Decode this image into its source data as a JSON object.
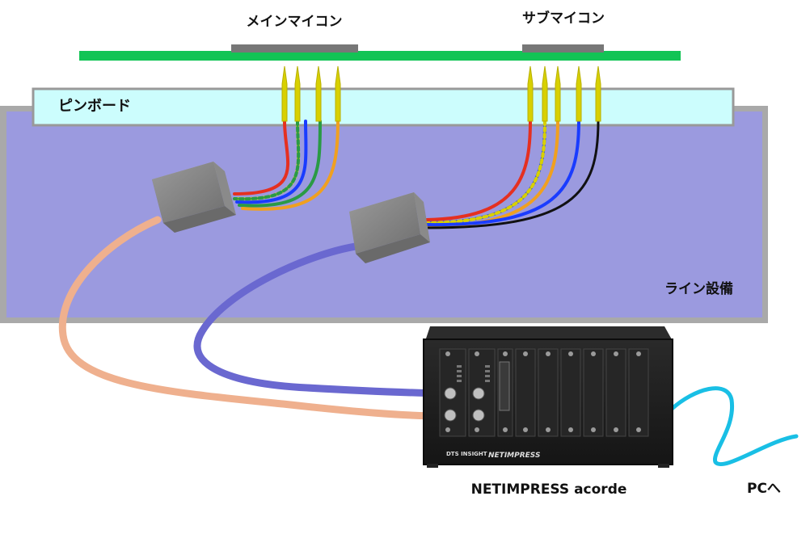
{
  "labels": {
    "main_mcu": "メインマイコン",
    "sub_mcu": "サブマイコン",
    "pin_board": "ピンボード",
    "line_equipment": "ライン設備",
    "device_name": "NETIMPRESS acorde",
    "to_pc": "PCへ",
    "device_brand": "DTS INSIGHT",
    "device_logo": "NETIMPRESS"
  },
  "colors": {
    "pcb": "#12c455",
    "chip": "#777777",
    "pin_board_fill": "#ccfdfd",
    "line_equipment_fill": "#9b9adf",
    "frame_gray": "#a9a9a9",
    "pin": "#d8d000",
    "cable_orange": "#efb08e",
    "cable_blue": "#6a68d0",
    "pc_cable": "#19bfe5",
    "device_body": "#1f1f1f",
    "wire_red": "#e53020",
    "wire_blue": "#1a3cff",
    "wire_green": "#2a9a45",
    "wire_orange": "#f0a020",
    "wire_black": "#111111"
  },
  "wires": {
    "main_mcu": [
      "wire_red",
      "wire_yellow_green_striped",
      "wire_blue",
      "wire_green",
      "wire_orange"
    ],
    "sub_mcu": [
      "wire_red",
      "wire_yellow_blue_striped",
      "wire_orange",
      "wire_blue",
      "wire_black"
    ]
  }
}
